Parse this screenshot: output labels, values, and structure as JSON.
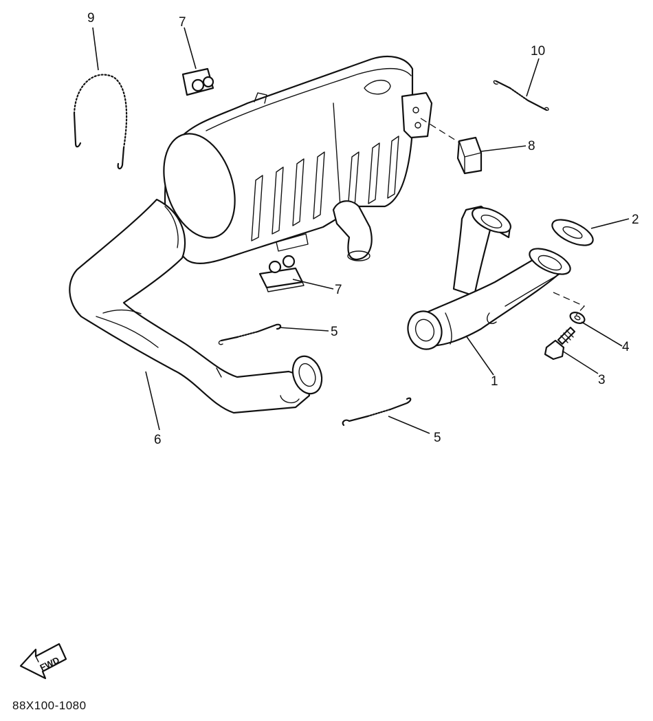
{
  "diagram": {
    "callouts": [
      {
        "id": "c1",
        "label": "1"
      },
      {
        "id": "c2",
        "label": "2"
      },
      {
        "id": "c3",
        "label": "3"
      },
      {
        "id": "c4",
        "label": "4"
      },
      {
        "id": "c5a",
        "label": "5"
      },
      {
        "id": "c5b",
        "label": "5"
      },
      {
        "id": "c6",
        "label": "6"
      },
      {
        "id": "c7a",
        "label": "7"
      },
      {
        "id": "c7b",
        "label": "7"
      },
      {
        "id": "c8",
        "label": "8"
      },
      {
        "id": "c9",
        "label": "9"
      },
      {
        "id": "c10",
        "label": "10"
      }
    ],
    "fwd_label": "FWD",
    "figure_code": "88X100-1080"
  }
}
